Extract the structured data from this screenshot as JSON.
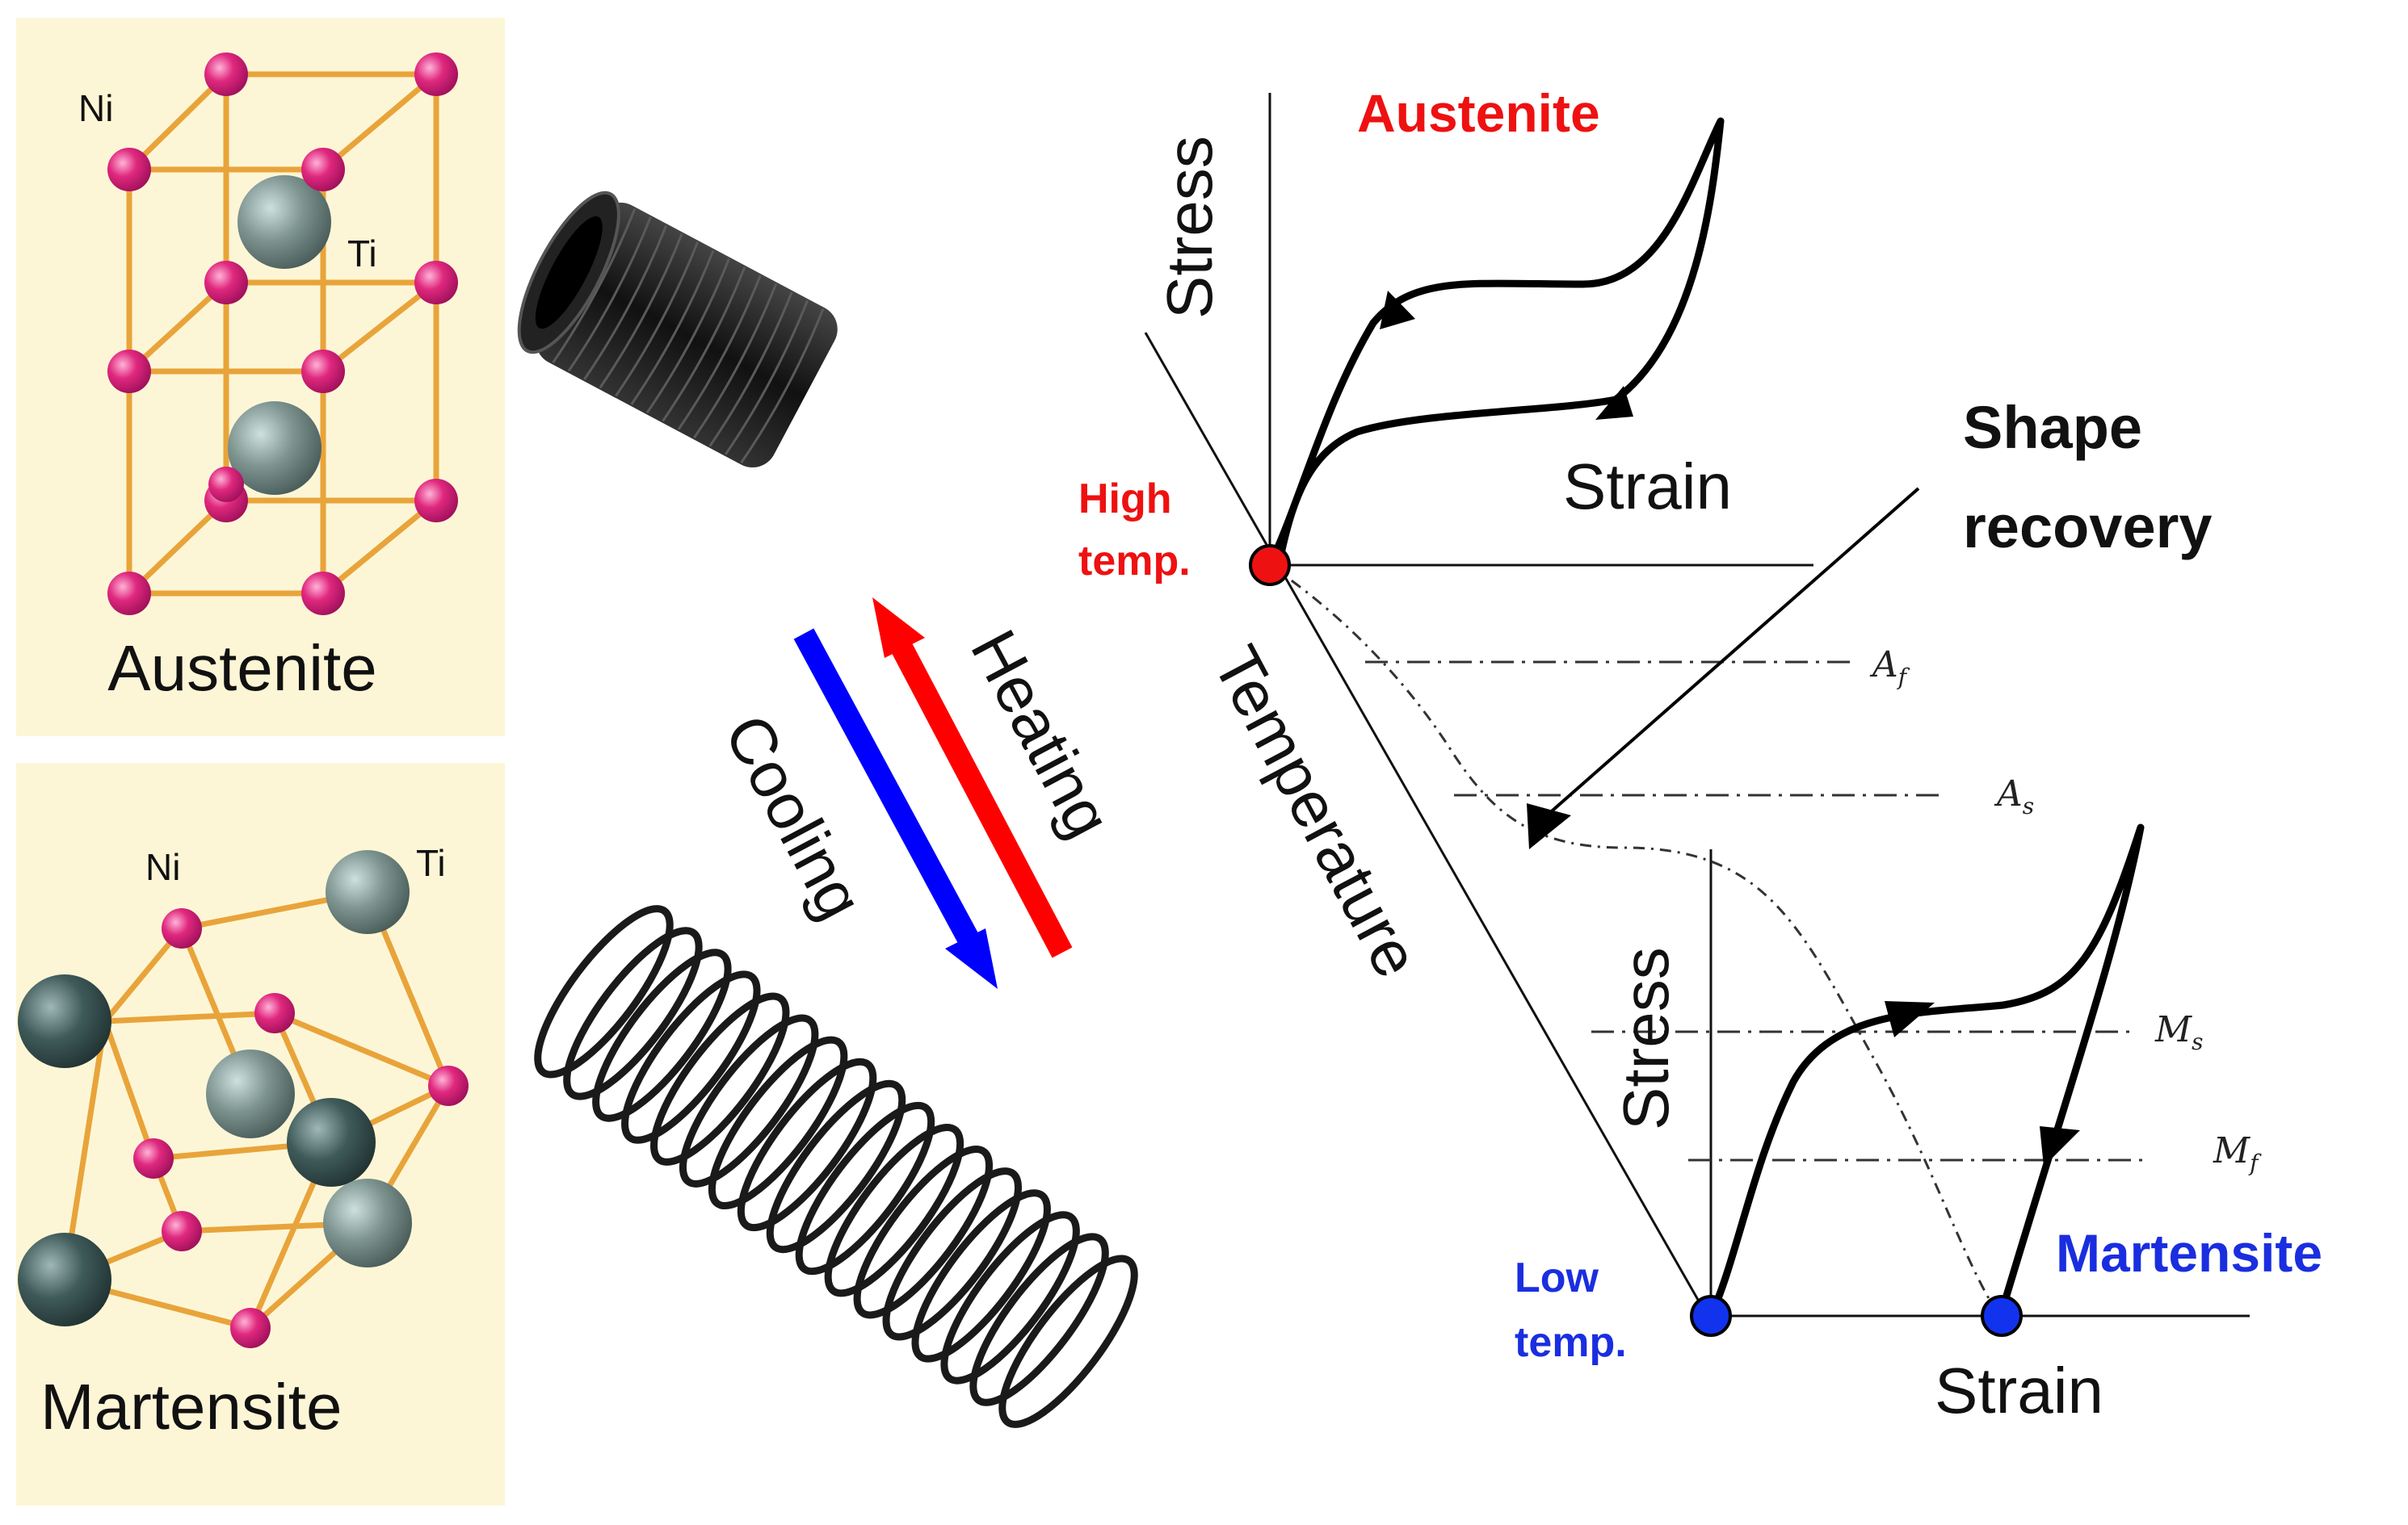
{
  "panels": {
    "austenite": {
      "ni_label": "Ni",
      "ti_label": "Ti",
      "caption": "Austenite"
    },
    "martensite": {
      "ni_label": "Ni",
      "ti_label": "Ti",
      "caption": "Martensite"
    }
  },
  "arrows": {
    "heating": "Heating",
    "cooling": "Cooling"
  },
  "diagram": {
    "axis_stress_top": "Stress",
    "axis_strain_top": "Strain",
    "axis_temperature": "Temperature",
    "axis_stress_bottom": "Stress",
    "axis_strain_bottom": "Strain",
    "phase_austenite": "Austenite",
    "phase_martensite": "Martensite",
    "high_temp_line1": "High",
    "high_temp_line2": "temp.",
    "low_temp_line1": "Low",
    "low_temp_line2": "temp.",
    "shape_recovery_line1": "Shape",
    "shape_recovery_line2": "recovery",
    "Af": "A",
    "Af_sub": "f",
    "As": "A",
    "As_sub": "s",
    "Ms": "M",
    "Ms_sub": "s",
    "Mf": "M",
    "Mf_sub": "f"
  },
  "colors": {
    "panel_bg": "#fdf6d6",
    "ni_atom": "#e0287f",
    "ti_atom": "#7d9490",
    "bond": "#e8a43a",
    "heating": "#ff0000",
    "cooling": "#0000ff",
    "austenite_text": "#ee1111",
    "martensite_text": "#1a2ee0",
    "high_temp_dot": "#ee1111",
    "low_temp_dot": "#1133ee"
  }
}
